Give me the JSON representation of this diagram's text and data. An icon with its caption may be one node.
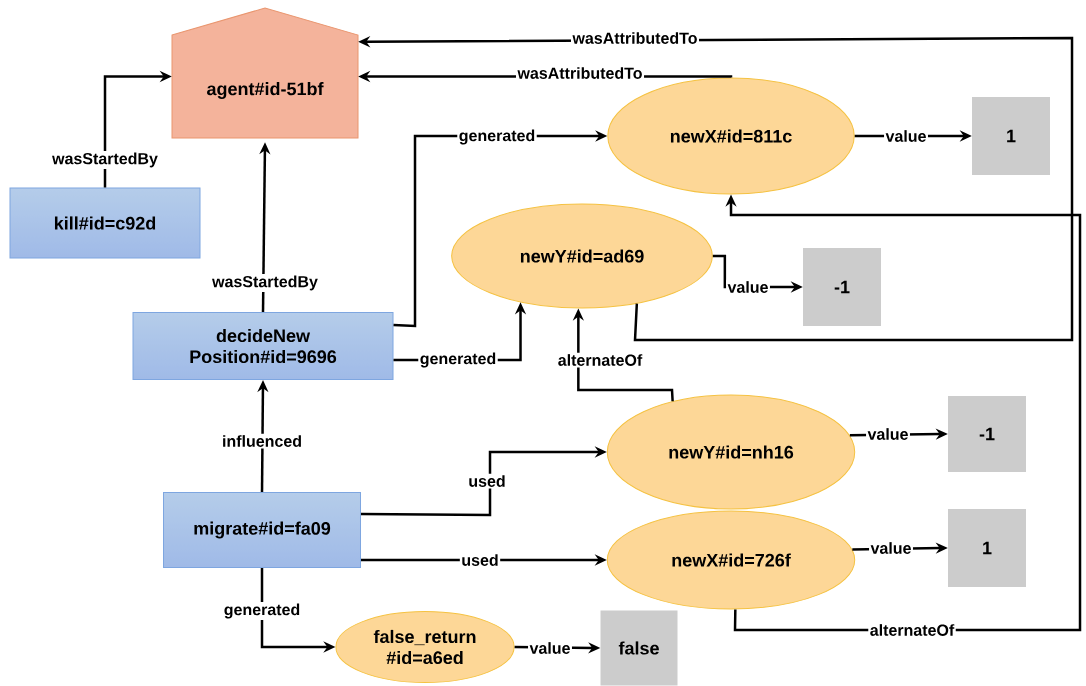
{
  "diagram": {
    "nodes": [
      {
        "text": [
          "agent#id-51bf"
        ]
      },
      {
        "text": [
          "kill#id=c92d"
        ]
      },
      {
        "text": [
          "newX#id=811c"
        ]
      },
      {
        "text": [
          "1"
        ]
      },
      {
        "text": [
          "newY#id=ad69"
        ]
      },
      {
        "text": [
          "-1"
        ]
      },
      {
        "text": [
          "decideNew Position#id=9696"
        ]
      },
      {
        "text": [
          "newY#id=nh16"
        ]
      },
      {
        "text": [
          "-1"
        ]
      },
      {
        "text": [
          "migrate#id=fa09"
        ]
      },
      {
        "text": [
          "newX#id=726f"
        ]
      },
      {
        "text": [
          "1"
        ]
      },
      {
        "text": [
          "false_return #id=a6ed"
        ]
      },
      {
        "text": [
          "false"
        ]
      }
    ],
    "edges": [
      {
        "from": 1,
        "to": 0,
        "arrow": "to",
        "label": "wasStartedBy"
      },
      {
        "from": 6,
        "to": 0,
        "arrow": "to",
        "label": "wasStartedBy"
      },
      {
        "from": 2,
        "to": 0,
        "arrow": "to",
        "label": "wasAttributedTo"
      },
      {
        "from": 4,
        "to": 0,
        "arrow": "to",
        "label": "wasAttributedTo"
      },
      {
        "from": 6,
        "to": 2,
        "arrow": "to",
        "label": "generated"
      },
      {
        "from": 6,
        "to": 4,
        "arrow": "to",
        "label": "generated"
      },
      {
        "from": 7,
        "to": 4,
        "arrow": "to",
        "label": "alternateOf"
      },
      {
        "from": 10,
        "to": 2,
        "arrow": "to",
        "label": "alternateOf"
      },
      {
        "from": 9,
        "to": 6,
        "arrow": "to",
        "label": "influenced"
      },
      {
        "from": 9,
        "to": 7,
        "arrow": "to",
        "label": "used"
      },
      {
        "from": 9,
        "to": 10,
        "arrow": "to",
        "label": "used"
      },
      {
        "from": 9,
        "to": 12,
        "arrow": "to",
        "label": "generated"
      },
      {
        "from": 12,
        "to": 13,
        "arrow": "to",
        "label": "value"
      },
      {
        "from": 2,
        "to": 3,
        "arrow": "to",
        "label": "value"
      },
      {
        "from": 4,
        "to": 5,
        "arrow": "to",
        "label": "value"
      },
      {
        "from": 7,
        "to": 8,
        "arrow": "to",
        "label": "value"
      },
      {
        "from": 10,
        "to": 11,
        "arrow": "to",
        "label": "value"
      }
    ]
  }
}
